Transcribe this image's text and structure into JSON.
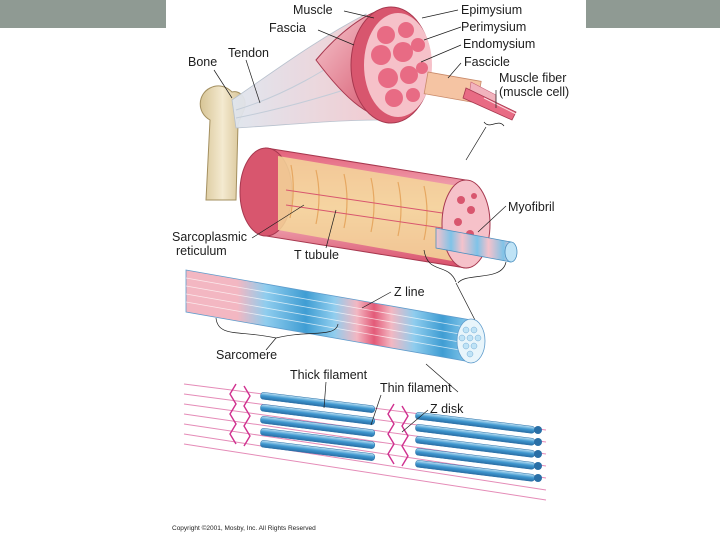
{
  "slide": {
    "band_color": "#8f9a93",
    "background": "#ffffff"
  },
  "diagram": {
    "labels": {
      "muscle": "Muscle",
      "epimysium": "Epimysium",
      "fascia": "Fascia",
      "perimysium": "Perimysium",
      "endomysium": "Endomysium",
      "tendon": "Tendon",
      "fascicle": "Fascicle",
      "bone": "Bone",
      "muscle_fiber": "Muscle fiber",
      "muscle_cell": "(muscle cell)",
      "myofibril": "Myofibril",
      "sarcoplasmic": "Sarcoplasmic",
      "reticulum": "reticulum",
      "t_tubule": "T tubule",
      "z_line": "Z line",
      "sarcomere": "Sarcomere",
      "thick_filament": "Thick filament",
      "thin_filament": "Thin filament",
      "z_disk": "Z disk"
    },
    "copyright": "Copyright ©2001, Mosby, Inc. All Rights Reserved",
    "colors": {
      "muscle_red": "#d8566e",
      "fiber_pink": "#f3b9c0",
      "cell_yellow": "#f4d79a",
      "band_blue": "#5fb0dc",
      "bone_cream": "#eadbb5",
      "line": "#1d1d1d"
    }
  }
}
